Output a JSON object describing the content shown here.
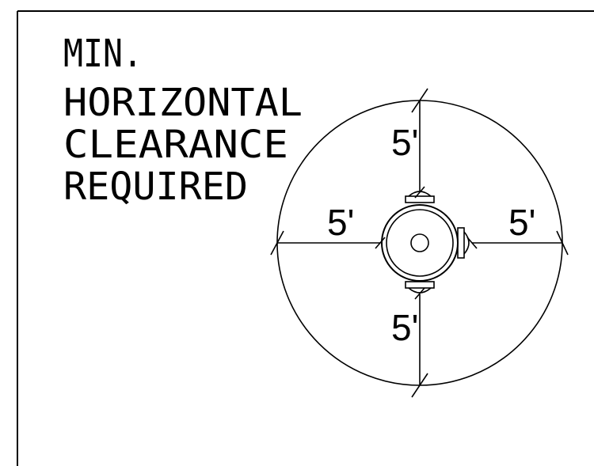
{
  "label": {
    "lines": [
      "MIN.",
      "HORIZONTAL",
      "CLEARANCE",
      "REQUIRED"
    ]
  },
  "dimensions": {
    "top": "5'",
    "left": "5'",
    "right": "5'",
    "bottom": "5'"
  }
}
